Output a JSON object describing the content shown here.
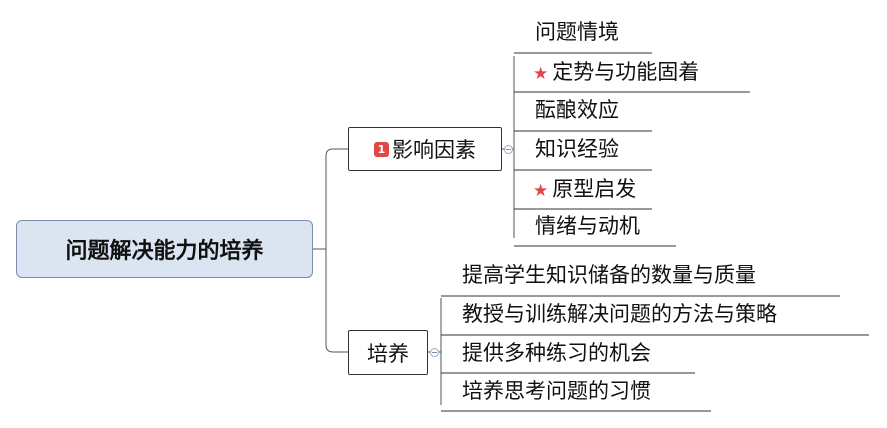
{
  "root": {
    "label": "问题解决能力的培养"
  },
  "branches": [
    {
      "label": "影响因素",
      "badge": "1",
      "children": [
        {
          "label": "问题情境",
          "starred": false
        },
        {
          "label": "定势与功能固着",
          "starred": true
        },
        {
          "label": "酝酿效应",
          "starred": false
        },
        {
          "label": "知识经验",
          "starred": false
        },
        {
          "label": "原型启发",
          "starred": true
        },
        {
          "label": "情绪与动机",
          "starred": false
        }
      ]
    },
    {
      "label": "培养",
      "children": [
        {
          "label": "提高学生知识储备的数量与质量"
        },
        {
          "label": "教授与训练解决问题的方法与策略"
        },
        {
          "label": "提供多种练习的机会"
        },
        {
          "label": "培养思考问题的习惯"
        }
      ]
    }
  ],
  "colors": {
    "root_fill": "#dbe5f1",
    "star": "#e04848",
    "badge": "#e04848"
  },
  "icons": {
    "star": "star-icon",
    "badge": "priority-1-icon"
  }
}
